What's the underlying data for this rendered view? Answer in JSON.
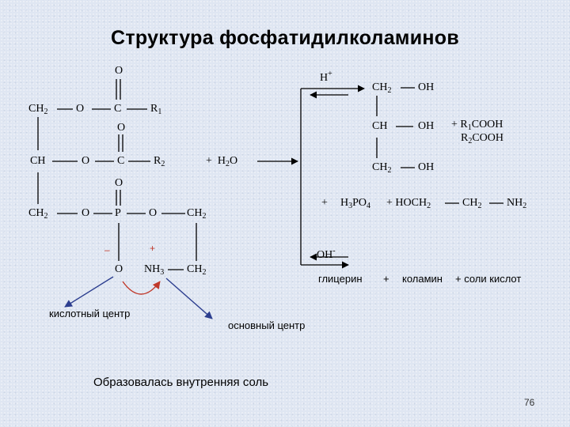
{
  "title": "Структура фосфатидилколаминов",
  "left_structure": {
    "o1": "O",
    "o2": "O",
    "o3": "O",
    "o4": "O",
    "row1": {
      "ch2": "CH",
      "ch2_sub": "2",
      "o": "O",
      "c": "C",
      "r": "R",
      "r_sub": "1"
    },
    "row2": {
      "ch": "CH",
      "o": "O",
      "c": "C",
      "r": "R",
      "r_sub": "2"
    },
    "row3": {
      "ch2": "CH",
      "ch2_sub": "2",
      "o": "O",
      "p": "P",
      "o_right": "O",
      "ch2_right": "CH",
      "ch2_right_sub": "2"
    },
    "row4": {
      "o": "O",
      "nh": "NH",
      "nh_sub": "3",
      "ch2": "CH",
      "ch2_sub": "2"
    },
    "minus": "–",
    "plus": "+"
  },
  "reagent": {
    "plus": "+",
    "h": "H",
    "h_sub": "2",
    "o": "O"
  },
  "product_glycerol": {
    "row1": {
      "ch2": "CH",
      "ch2_sub": "2",
      "oh": "OH"
    },
    "row2": {
      "ch": "CH",
      "oh": "OH"
    },
    "row3": {
      "ch2": "CH",
      "ch2_sub": "2",
      "oh": "OH"
    }
  },
  "acids": {
    "line1_prefix": "+ R",
    "line1_sub": "1",
    "line1_suffix": "COOH",
    "line2_prefix": "R",
    "line2_sub": "2",
    "line2_suffix": "COOH"
  },
  "catalyst": {
    "text": "H",
    "sup": "+"
  },
  "second_row": {
    "plus": "+",
    "h3po4_a": "H",
    "h3po4_a_sub": "3",
    "h3po4_b": "PO",
    "h3po4_b_sub": "4",
    "hoch2": "+ HOCH",
    "hoch2_sub": "2",
    "ch2": "CH",
    "ch2_sub": "2",
    "nh2": "NH",
    "nh2_sub": "2"
  },
  "hydroxide": {
    "text": "OH",
    "sup": "-"
  },
  "products_label": {
    "glycerol": "глицерин",
    "plus1": "+",
    "colamine": "коламин",
    "salts": "+  соли кислот"
  },
  "acid_center": "кислотный центр",
  "base_center": "основный центр",
  "conclusion": "Образовалась внутренняя соль",
  "page_number": "76",
  "colors": {
    "arrow_red": "#c0392b",
    "arrow_blue": "#2c3e8f",
    "bond": "#000000"
  }
}
